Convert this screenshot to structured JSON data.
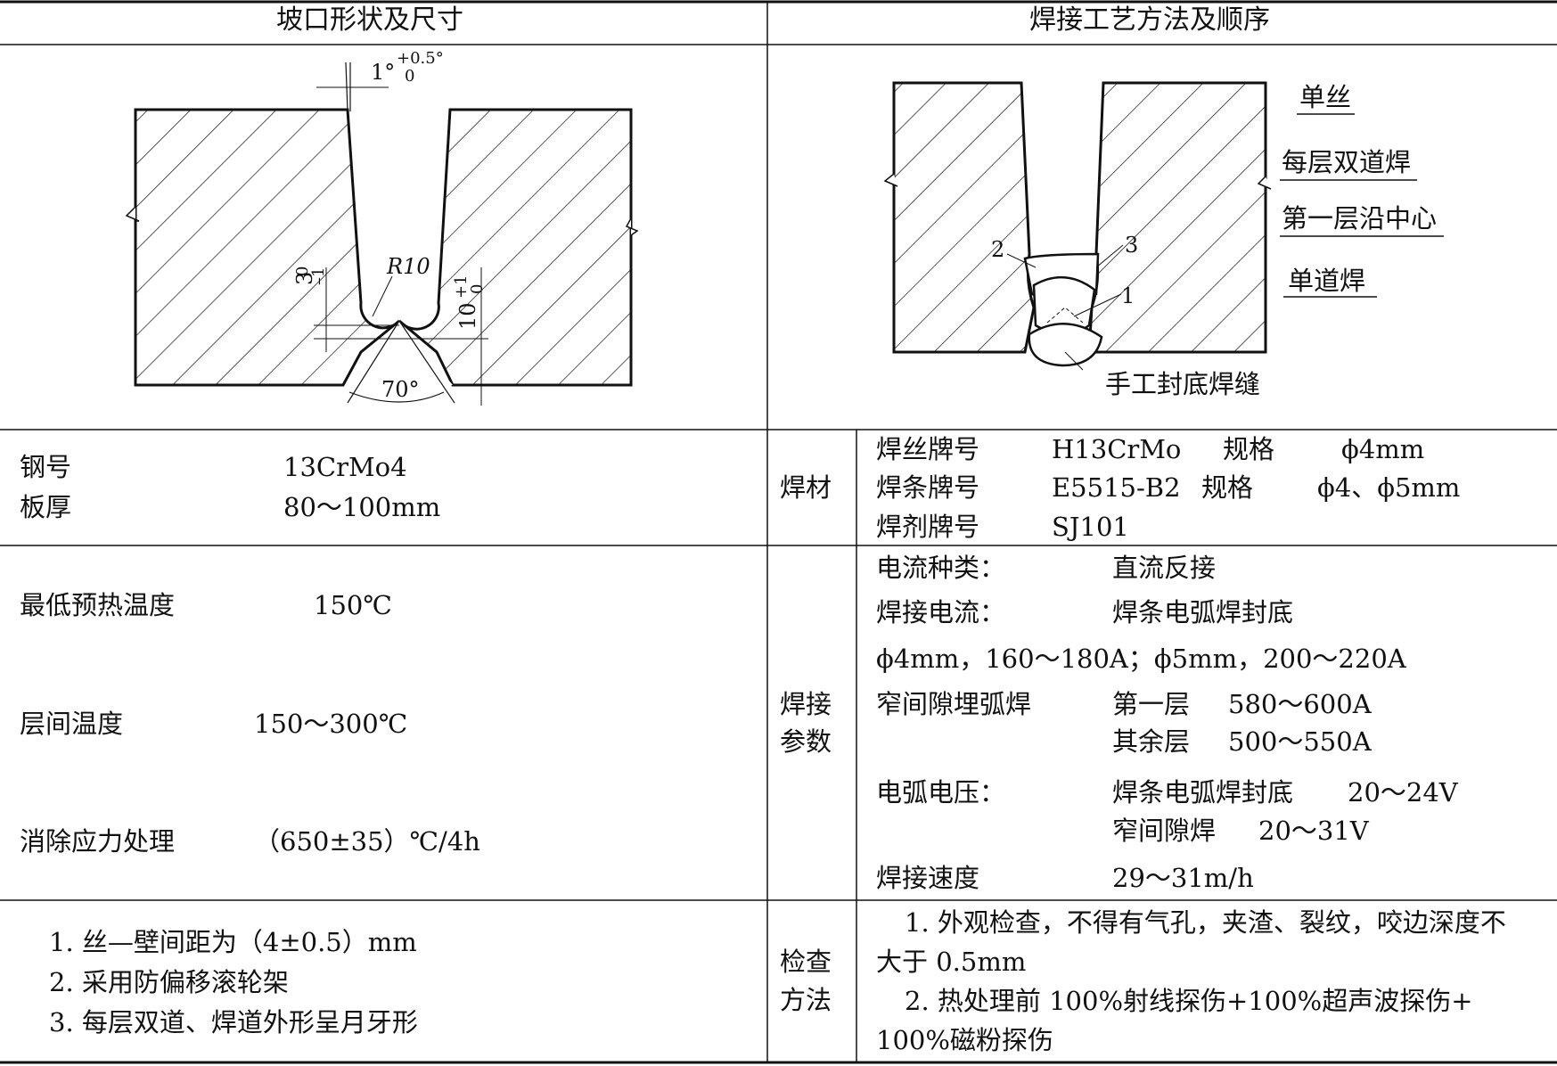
{
  "header": {
    "left": "坡口形状及尺寸",
    "right": "焊接工艺方法及顺序"
  },
  "groove": {
    "top_angle": "1°",
    "top_angle_upper": "+0.5°",
    "top_angle_lower": "0",
    "radius": "R10",
    "dim_left": "3",
    "dim_left_tol_upper": "0",
    "dim_left_tol_lower": "–1",
    "dim_right": "10",
    "dim_right_tol_upper": "+1",
    "dim_right_tol_lower": "0",
    "bottom_angle": "70°"
  },
  "process": {
    "labels": [
      "单丝",
      "每层双道焊",
      "第一层沿中心",
      "单道焊"
    ],
    "pass_numbers": [
      "1",
      "2",
      "3"
    ],
    "backing_label": "手工封底焊缝"
  },
  "steel": {
    "grade_label": "钢号",
    "grade_value": "13CrMo4",
    "thickness_label": "板厚",
    "thickness_value": "80～100mm"
  },
  "temps": {
    "preheat_label": "最低预热温度",
    "preheat_value": "150℃",
    "interpass_label": "层间温度",
    "interpass_value": "150～300℃",
    "stress_label": "消除应力处理",
    "stress_value": "（650±35）℃/4h"
  },
  "notes": [
    "1. 丝—壁间距为（4±0.5）mm",
    "2. 采用防偏移滚轮架",
    "3. 每层双道、焊道外形呈月牙形"
  ],
  "materials": {
    "section_label": "焊材",
    "rows": [
      {
        "label": "焊丝牌号",
        "value": "H13CrMo",
        "spec_label": "规格",
        "spec": "ϕ4mm"
      },
      {
        "label": "焊条牌号",
        "value": "E5515-B2",
        "spec_label": "规格",
        "spec": "ϕ4、ϕ5mm"
      },
      {
        "label": "焊剂牌号",
        "value": "SJ101"
      }
    ]
  },
  "parameters": {
    "section_label_1": "焊接",
    "section_label_2": "参数",
    "current_type_label": "电流种类：",
    "current_type_value": "直流反接",
    "current_label": "焊接电流：",
    "current_value": "焊条电弧焊封底",
    "current_detail": "ϕ4mm，160～180A；ϕ5mm，200～220A",
    "narrow_label": "窄间隙埋弧焊",
    "narrow_first_label": "第一层",
    "narrow_first_value": "580～600A",
    "narrow_rest_label": "其余层",
    "narrow_rest_value": "500～550A",
    "voltage_label": "电弧电压：",
    "voltage_smaw": "焊条电弧焊封底",
    "voltage_smaw_value": "20～24V",
    "voltage_narrow": "窄间隙焊",
    "voltage_narrow_value": "20～31V",
    "speed_label": "焊接速度",
    "speed_value": "29～31m/h"
  },
  "inspection": {
    "section_label_1": "检查",
    "section_label_2": "方法",
    "line1": "1. 外观检查，不得有气孔，夹渣、裂纹，咬边深度不",
    "line2": "大于 0.5mm",
    "line3": "2. 热处理前 100%射线探伤+100%超声波探伤+",
    "line4": "100%磁粉探伤"
  }
}
